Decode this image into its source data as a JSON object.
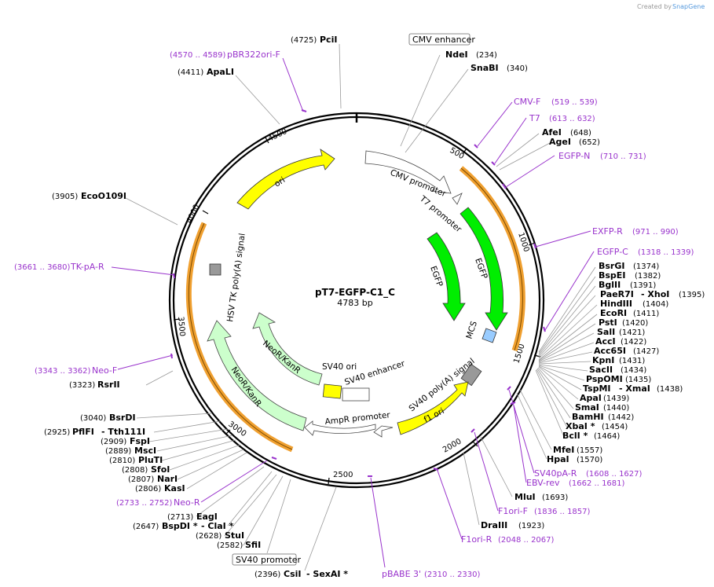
{
  "header": {
    "created_by": "Created by",
    "brand": "SnapGene"
  },
  "plasmid": {
    "name": "pT7-EGFP-C1_C",
    "size_label": "4783 bp"
  },
  "ticks": [
    "500",
    "1000",
    "1500",
    "2000",
    "2500",
    "3000",
    "3500",
    "4000",
    "4500"
  ],
  "features": {
    "cmv_promoter": "CMV promoter",
    "t7_promoter": "T7 promoter",
    "egfp_inner": "EGFP",
    "egfp_outer": "EGFP",
    "mcs": "MCS",
    "sv40_polya": "SV40 poly(A) signal",
    "f1_ori": "f1 ori",
    "ampr_promoter": "AmpR promoter",
    "sv40_ori": "SV40 ori",
    "sv40_enhancer": "SV40 enhancer",
    "neo_inner": "NeoR/KanR",
    "neo_outer": "NeoR/KanR",
    "hsv_tk": "HSV TK poly(A) signal",
    "ori": "ori"
  },
  "boxed": {
    "cmv_enhancer": "CMV enhancer",
    "sv40_promoter": "SV40 promoter"
  },
  "enzymes": [
    {
      "name": "PciI",
      "pos": "(4725)"
    },
    {
      "name": "ApaLI",
      "pos": "(4411)"
    },
    {
      "name": "EcoO109I",
      "pos": "(3905)"
    },
    {
      "name": "RsrII",
      "pos": "(3323)"
    },
    {
      "name": "BsrDI",
      "pos": "(3040)"
    },
    {
      "name": "PflFI",
      "pos": "(2925)",
      "extra": "- Tth111I"
    },
    {
      "name": "FspI",
      "pos": "(2909)"
    },
    {
      "name": "MscI",
      "pos": "(2889)"
    },
    {
      "name": "PluTI",
      "pos": "(2810)"
    },
    {
      "name": "SfoI",
      "pos": "(2808)"
    },
    {
      "name": "NarI",
      "pos": "(2807)"
    },
    {
      "name": "KasI",
      "pos": "(2806)"
    },
    {
      "name": "EagI",
      "pos": "(2713)"
    },
    {
      "name": "BspDI *",
      "pos": "(2647)",
      "extra": "- ClaI *"
    },
    {
      "name": "StuI",
      "pos": "(2628)"
    },
    {
      "name": "SfiI",
      "pos": "(2582)"
    },
    {
      "name": "CsiI",
      "pos": "(2396)",
      "extra": "- SexAI *"
    },
    {
      "name": "NdeI",
      "pos": "(234)"
    },
    {
      "name": "SnaBI",
      "pos": "(340)"
    },
    {
      "name": "AfeI",
      "pos": "(648)"
    },
    {
      "name": "AgeI",
      "pos": "(652)"
    },
    {
      "name": "BsrGI",
      "pos": "(1374)"
    },
    {
      "name": "BspEI",
      "pos": "(1382)"
    },
    {
      "name": "BglII",
      "pos": "(1391)"
    },
    {
      "name": "PaeR7I",
      "pos": "(1395)",
      "extra": "- XhoI"
    },
    {
      "name": "HindIII",
      "pos": "(1404)"
    },
    {
      "name": "EcoRI",
      "pos": "(1411)"
    },
    {
      "name": "PstI",
      "pos": "(1420)"
    },
    {
      "name": "SalI",
      "pos": "(1421)"
    },
    {
      "name": "AccI",
      "pos": "(1422)"
    },
    {
      "name": "Acc65I",
      "pos": "(1427)"
    },
    {
      "name": "KpnI",
      "pos": "(1431)"
    },
    {
      "name": "SacII",
      "pos": "(1434)"
    },
    {
      "name": "PspOMI",
      "pos": "(1435)"
    },
    {
      "name": "TspMI",
      "pos": "(1438)",
      "extra": "- XmaI"
    },
    {
      "name": "ApaI",
      "pos": "(1439)"
    },
    {
      "name": "SmaI",
      "pos": "(1440)"
    },
    {
      "name": "BamHI",
      "pos": "(1442)"
    },
    {
      "name": "XbaI *",
      "pos": "(1454)"
    },
    {
      "name": "BclI *",
      "pos": "(1464)"
    },
    {
      "name": "MfeI",
      "pos": "(1557)"
    },
    {
      "name": "HpaI",
      "pos": "(1570)"
    },
    {
      "name": "MluI",
      "pos": "(1693)"
    },
    {
      "name": "DraIII",
      "pos": "(1923)"
    }
  ],
  "primers": [
    {
      "name": "pBR322ori-F",
      "pos": "(4570 .. 4589)"
    },
    {
      "name": "TK-pA-R",
      "pos": "(3661 .. 3680)"
    },
    {
      "name": "Neo-F",
      "pos": "(3343 .. 3362)"
    },
    {
      "name": "Neo-R",
      "pos": "(2733 .. 2752)"
    },
    {
      "name": "pBABE 3'",
      "pos": "(2310 .. 2330)"
    },
    {
      "name": "F1ori-R",
      "pos": "(2048 .. 2067)"
    },
    {
      "name": "F1ori-F",
      "pos": "(1836 .. 1857)"
    },
    {
      "name": "EBV-rev",
      "pos": "(1662 .. 1681)"
    },
    {
      "name": "SV40pA-R",
      "pos": "(1608 .. 1627)"
    },
    {
      "name": "EGFP-C",
      "pos": "(1318 .. 1339)"
    },
    {
      "name": "EXFP-R",
      "pos": "(971 .. 990)"
    },
    {
      "name": "EGFP-N",
      "pos": "(710 .. 731)"
    },
    {
      "name": "T7",
      "pos": "(613 .. 632)"
    },
    {
      "name": "CMV-F",
      "pos": "(519 .. 539)"
    }
  ],
  "colors": {
    "primer": "#9933cc",
    "ori": "#ffff00",
    "egfp": "#00ee00",
    "neo": "#ccffcc",
    "ring": "#000000",
    "orange": "#f0a030"
  }
}
